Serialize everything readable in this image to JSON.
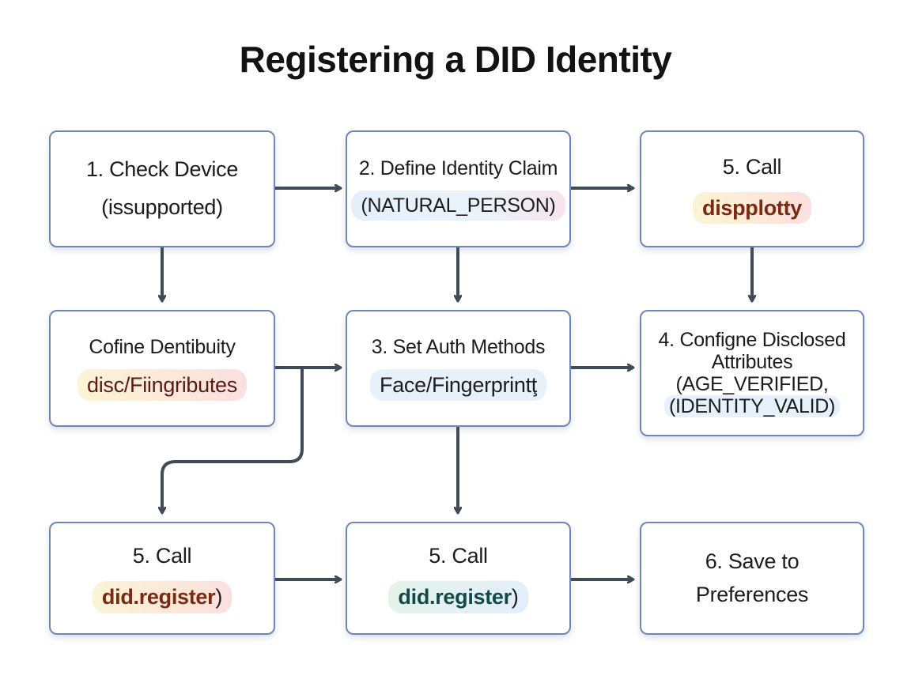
{
  "title": "Registering a DID Identity",
  "boxes": {
    "b1": {
      "label": "1. Check Device",
      "detail": "(issupported)"
    },
    "b2": {
      "label": "2. Define Identity Claim",
      "detail": "(NATURAL_PERSON)"
    },
    "b3": {
      "label": "5. Call",
      "detail": "dispplotty"
    },
    "b4": {
      "label": "Cofine Dentibuity",
      "detail": "disc/Fiingributes"
    },
    "b5": {
      "label": "3. Set Auth Methods",
      "detail": "Face/Fingerprintţ"
    },
    "b6": {
      "label_line1": "4. Configne Disclosed",
      "label_line2": "Attributes",
      "detail_line1": "(AGE_VERIFIED,",
      "detail_line2": "(IDENTITY_VALID)"
    },
    "b7": {
      "label": "5. Call",
      "detail_code": "did.register",
      "detail_suffix": ")"
    },
    "b8": {
      "label": "5. Call",
      "detail_code": "did.register",
      "detail_suffix": ")"
    },
    "b9": {
      "label_line1": "6. Save to",
      "label_line2": "Preferences"
    }
  },
  "colors": {
    "box_border": "#6f87b8",
    "arrow": "#414b57",
    "title": "#121212"
  }
}
